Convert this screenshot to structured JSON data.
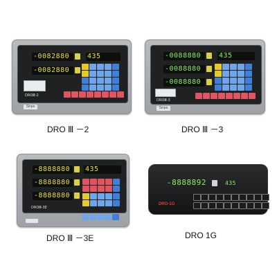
{
  "products": [
    {
      "caption": "DRO Ⅲ －2",
      "model_label": "DROⅢ-2",
      "brand_label": "Sinpo",
      "readouts": [
        "-0082880",
        "-0082880"
      ],
      "side_readout": "435"
    },
    {
      "caption": "DRO Ⅲ －3",
      "model_label": "DROⅢ-3",
      "brand_label": "Sinpo",
      "readouts": [
        "-0088880",
        "-0088880",
        "-0088880"
      ],
      "side_readout": "435"
    },
    {
      "caption": "DRO Ⅲ －3E",
      "model_label": "DROⅢ-3E",
      "readouts": [
        "-8888880",
        "-8888880",
        "-8888880"
      ],
      "side_readout": "435"
    },
    {
      "caption": "DRO 1G",
      "model_label": "DRO-1G",
      "readouts": [
        "-8888892"
      ],
      "side_readout": "435"
    }
  ]
}
